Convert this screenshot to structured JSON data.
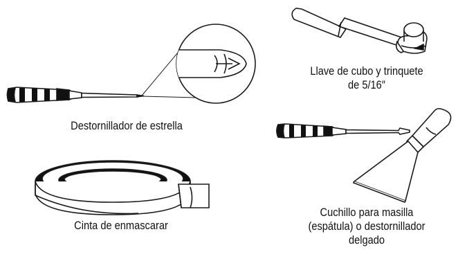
{
  "tools": [
    {
      "id": "phillips",
      "caption_lines": [
        "Destornillador de estrella"
      ],
      "icon": "phillips-screwdriver-icon"
    },
    {
      "id": "ratchet",
      "caption_lines": [
        "Llave de cubo y trinquete",
        "de 5/16″"
      ],
      "icon": "socket-ratchet-wrench-icon"
    },
    {
      "id": "tape",
      "caption_lines": [
        "Cinta de enmascarar"
      ],
      "icon": "masking-tape-roll-icon"
    },
    {
      "id": "putty",
      "caption_lines": [
        "Cuchillo para masilla",
        "(espátula) o destornillador",
        "delgado"
      ],
      "icon": "putty-knife-icon"
    }
  ],
  "colors": {
    "line": "#1a1a1a",
    "fill": "#ffffff",
    "dark": "#111111"
  }
}
